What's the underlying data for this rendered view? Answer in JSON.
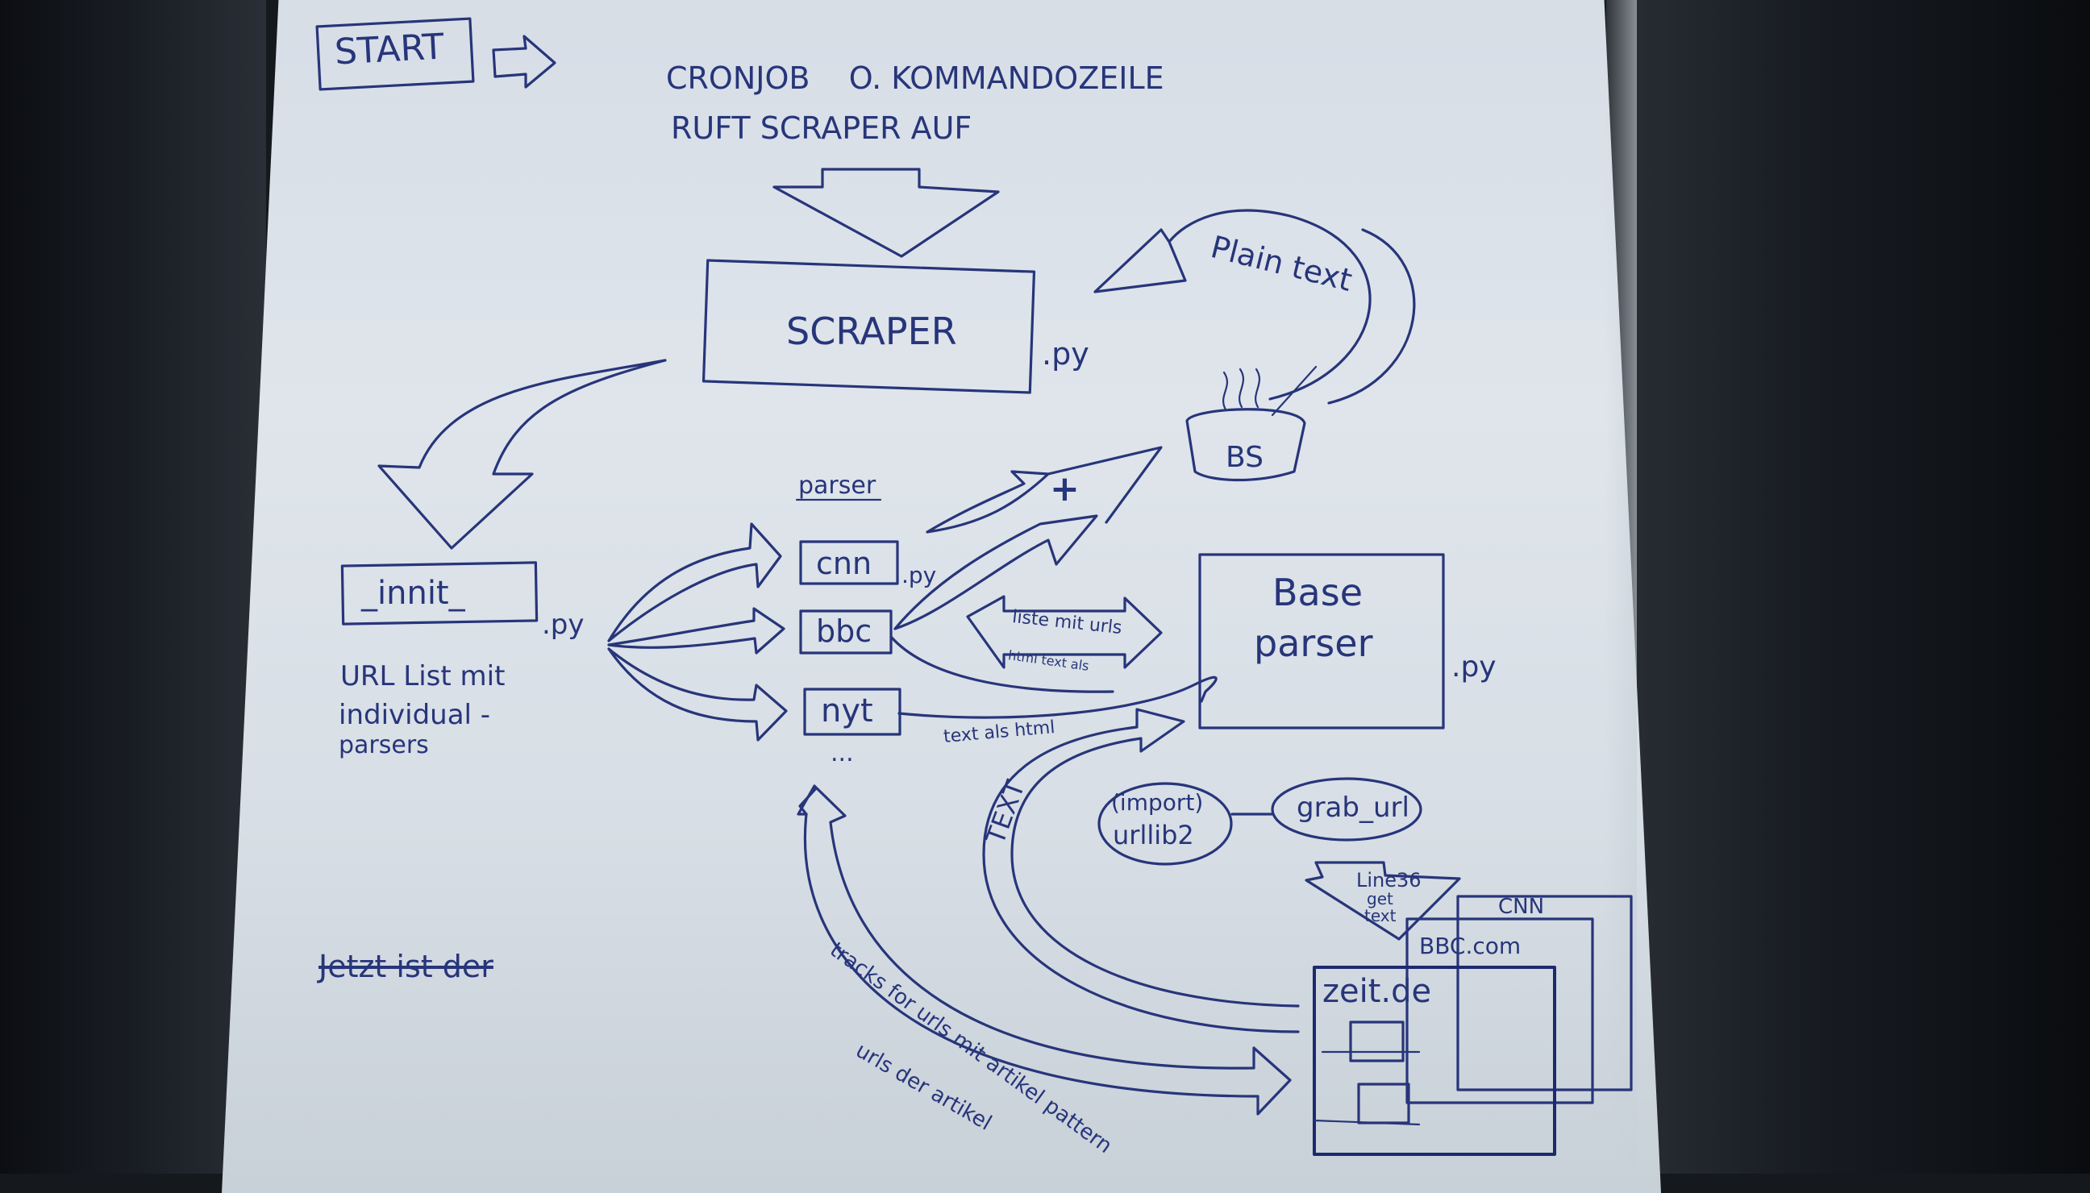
{
  "start": {
    "label": "START"
  },
  "cron": {
    "line1": "CRONJOB    O. KOMMANDOZEILE",
    "line2": "RUFT SCRAPER AUF"
  },
  "scraper": {
    "label": "SCRAPER",
    "ext": ".py"
  },
  "plain_text": "Plain text",
  "bs": {
    "label": "BS"
  },
  "init": {
    "label": "_innit_",
    "ext": ".py",
    "desc1": "URL List mit",
    "desc2": "individual -",
    "desc3": "parsers"
  },
  "parser": {
    "heading": "parser",
    "items": [
      "cnn",
      "bbc",
      "nyt"
    ],
    "cnn_ext": ".py",
    "ellipsis": "..."
  },
  "plus": "+",
  "arrows": {
    "liste": "liste mit urls",
    "html": "html text als",
    "text_html": "text als html"
  },
  "base_parser": {
    "line1": "Base",
    "line2": "parser",
    "ext": ".py"
  },
  "urllib": {
    "line1": "(import)",
    "line2": "urllib2"
  },
  "grab_url": "grab_url",
  "line36": {
    "line1": "Line36",
    "line2": "get",
    "line3": "text"
  },
  "sites": [
    "CNN",
    "BBC.com",
    "zeit.de"
  ],
  "text_vertical": "TEXT",
  "crawl": {
    "line1": "tracks for urls mit artikel pattern",
    "line2": "urls der artikel"
  },
  "strike_text": "Jetzt ist der",
  "colors": {
    "ink": "#27357a",
    "paper": "#dbe2e9",
    "background": "#15181d"
  }
}
